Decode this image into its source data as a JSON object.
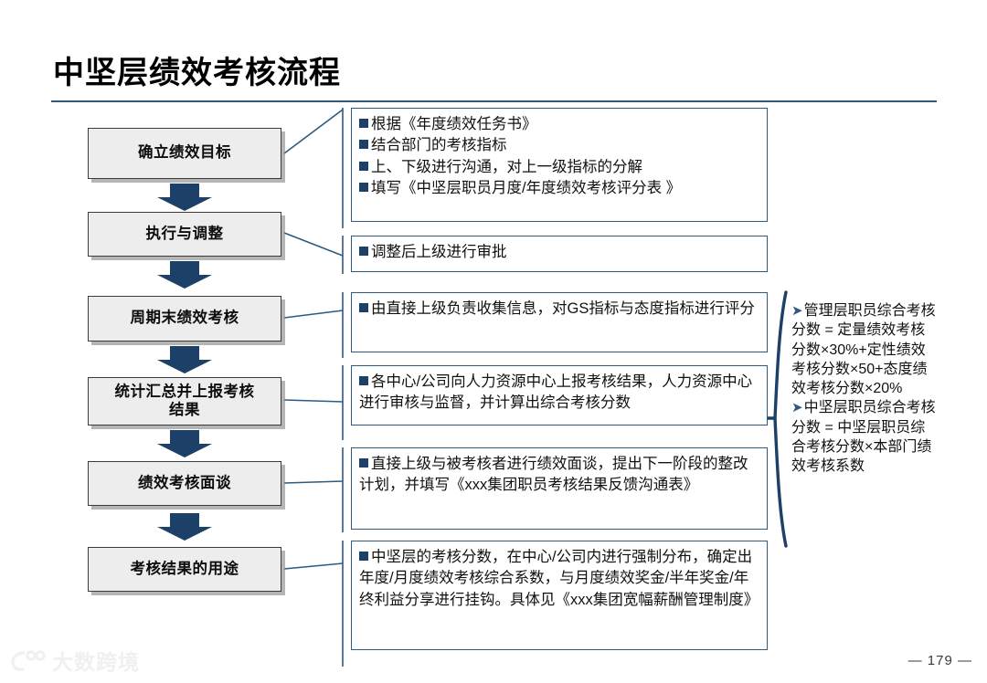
{
  "slide": {
    "title": "中坚层绩效考核流程",
    "page_number": "— 179 —",
    "watermark_text": "大数跨境",
    "accent_color": "#1C4068",
    "border_color": "#2E5A82",
    "box_fill": "#EDEDED"
  },
  "flow_steps": [
    {
      "label": "确立绩效目标"
    },
    {
      "label": "执行与调整"
    },
    {
      "label": "周期末绩效考核"
    },
    {
      "label": "统计汇总并上报考核\n结果"
    },
    {
      "label": "绩效考核面谈"
    },
    {
      "label": "考核结果的用途"
    }
  ],
  "detail_boxes": [
    {
      "bullets": [
        "根据《年度绩效任务书》",
        "结合部门的考核指标",
        "上、下级进行沟通，对上一级指标的分解",
        "填写《中坚层职员月度/年度绩效考核评分表 》"
      ]
    },
    {
      "bullets": [
        "调整后上级进行审批"
      ]
    },
    {
      "bullets": [
        "由直接上级负责收集信息，对GS指标与态度指标进行评分"
      ]
    },
    {
      "bullets": [
        "各中心/公司向人力资源中心上报考核结果，人力资源中心进行审核与监督，并计算出综合考核分数"
      ]
    },
    {
      "bullets": [
        "直接上级与被考核者进行绩效面谈，提出下一阶段的整改计划，并填写《xxx集团职员考核结果反馈沟通表》"
      ]
    },
    {
      "bullets": [
        "中坚层的考核分数，在中心/公司内进行强制分布，确定出年度/月度绩效考核综合系数，与月度绩效奖金/半年奖金/年终利益分享进行挂钩。具体见《xxx集团宽幅薪酬管理制度》"
      ]
    }
  ],
  "side_note": {
    "items": [
      "管理层职员综合考核分数 = 定量绩效考核分数×30%+定性绩效考核分数×50+态度绩效考核分数×20%",
      "中坚层职员综合考核分数 = 中坚层职员综合考核分数×本部门绩效考核系数"
    ]
  }
}
